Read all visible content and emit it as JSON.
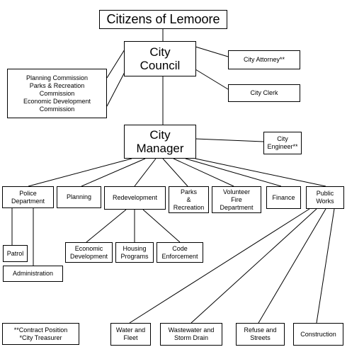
{
  "org_chart": {
    "citizens": "Citizens of Lemoore",
    "city_council": "City\nCouncil",
    "city_attorney": "City Attorney**",
    "city_clerk": "City Clerk",
    "commissions": "Planning Commission\nParks & Recreation\nCommission\nEconomic Development\nCommission",
    "city_manager": "City\nManager",
    "city_engineer": "City\nEngineer**",
    "police_department": "Police\nDepartment",
    "planning": "Planning",
    "redevelopment": "Redevelopment",
    "parks_recreation": "Parks\n&\nRecreation",
    "volunteer_fire": "Volunteer\nFire\nDepartment",
    "finance": "Finance",
    "public_works": "Public\nWorks",
    "patrol": "Patrol",
    "administration": "Administration",
    "economic_development": "Economic\nDevelopment",
    "housing_programs": "Housing\nPrograms",
    "code_enforcement": "Code\nEnforcement",
    "water_fleet": "Water and\nFleet",
    "wastewater_storm": "Wastewater and\nStorm Drain",
    "refuse_streets": "Refuse and\nStreets",
    "construction": "Construction",
    "legend": "**Contract Position\n*City Treasurer"
  }
}
